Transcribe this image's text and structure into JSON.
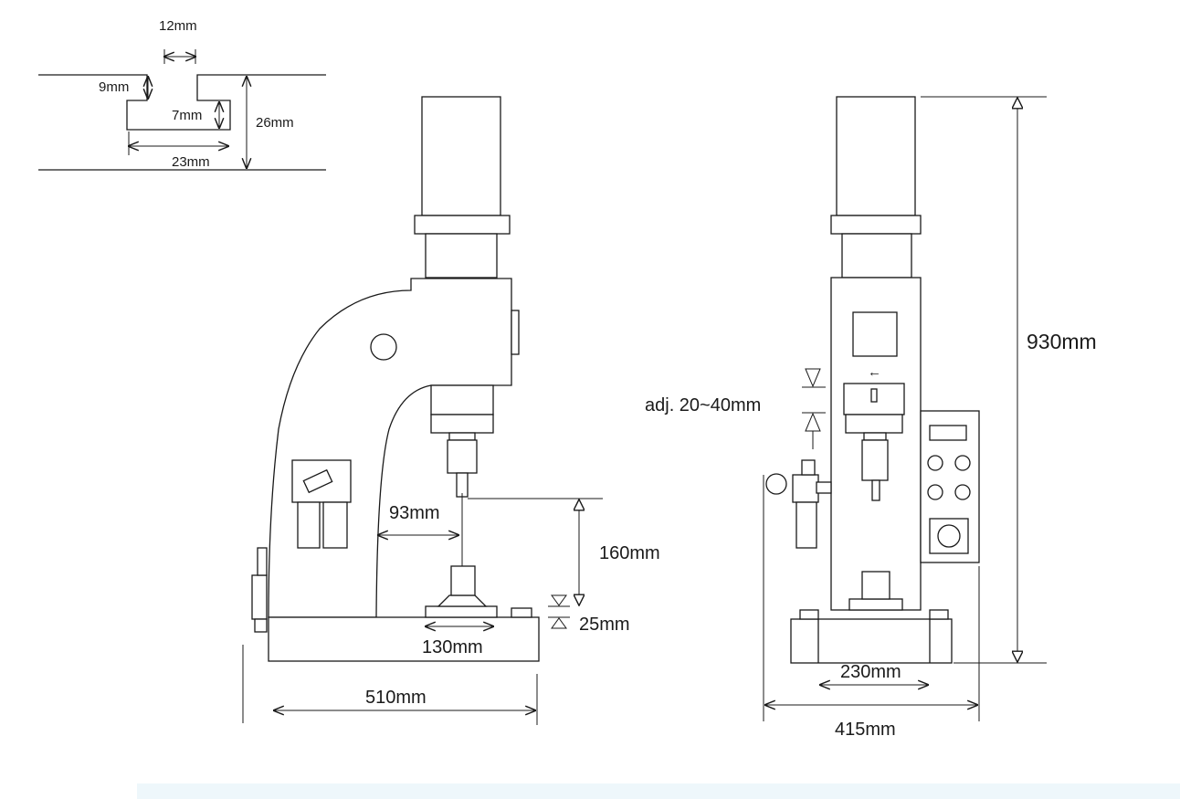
{
  "slot": {
    "width_top": "12mm",
    "depth_upper": "9mm",
    "depth_lower": "7mm",
    "total_height": "26mm",
    "width_bottom": "23mm"
  },
  "side_view": {
    "throat_depth": "93mm",
    "stroke": "160mm",
    "table_height": "25mm",
    "table_diameter": "130mm",
    "base_depth": "510mm"
  },
  "front_view": {
    "adjustment": "adj. 20~40mm",
    "arrow_glyph": "←",
    "overall_height": "930mm",
    "base_inner_width": "230mm",
    "base_width": "415mm"
  },
  "colors": {
    "line": "#1a1a1a",
    "background": "#ffffff",
    "footer_band": "#eef7fb"
  }
}
